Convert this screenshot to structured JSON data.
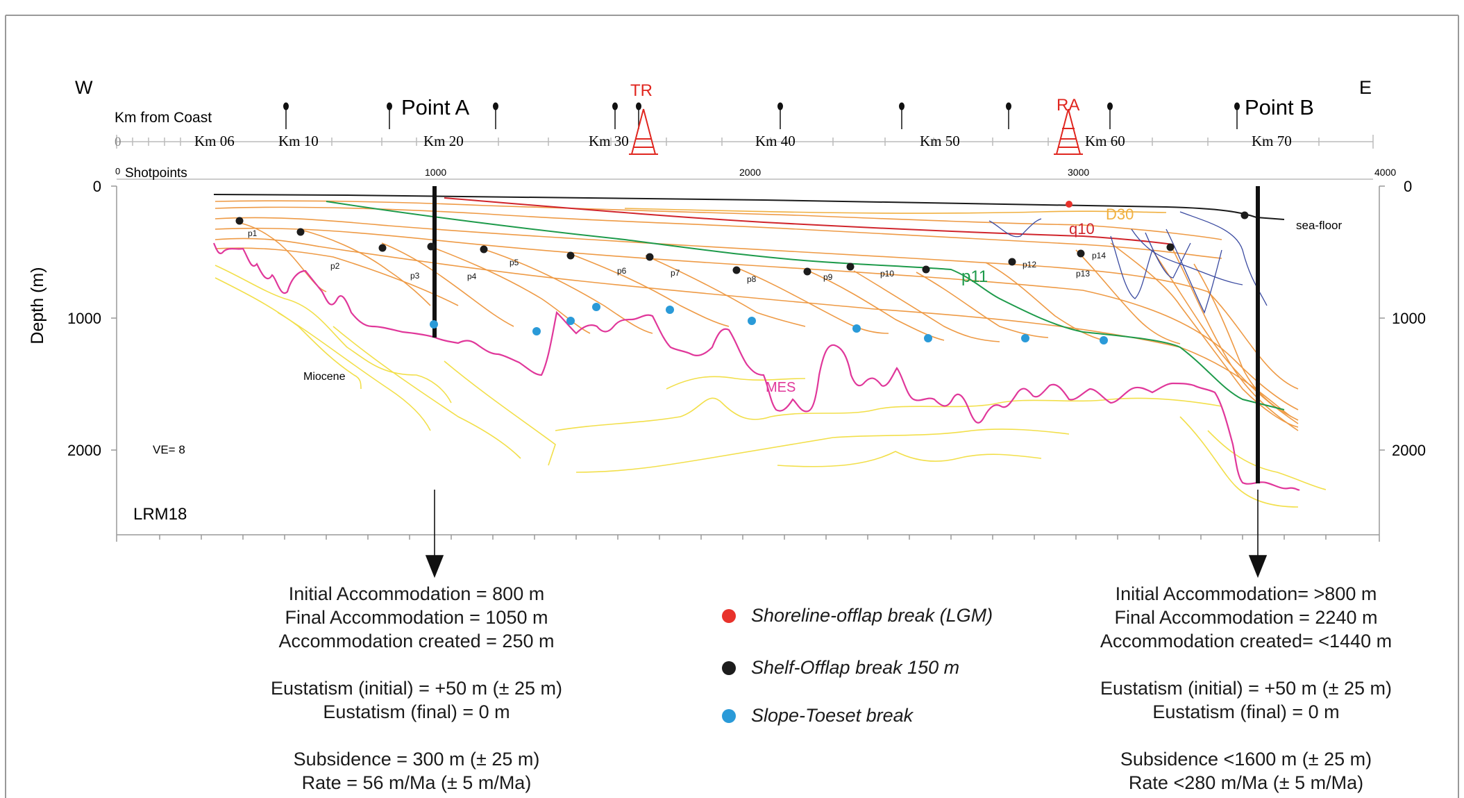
{
  "header": {
    "west_label": "W",
    "east_label": "E",
    "km_axis_title": "Km from Coast",
    "shotpoints_title": "Shotpoints",
    "point_a": "Point A",
    "point_b": "Point B",
    "well_tr": "TR",
    "well_ra": "RA"
  },
  "km_ticks": [
    "0",
    "Km 06",
    "Km 10",
    "Km 20",
    "Km 30",
    "Km 40",
    "Km 50",
    "Km 60",
    "Km 70"
  ],
  "shotpoint_ticks": [
    "0",
    "1000",
    "2000",
    "3000",
    "4000"
  ],
  "depth_axis": {
    "label": "Depth (m)",
    "ticks": [
      "0",
      "1000",
      "2000"
    ]
  },
  "section": {
    "line_name": "LRM18",
    "ve": "VE= 8",
    "sea_floor": "sea-floor",
    "d30": "D30",
    "q10": "q10",
    "p11": "p11",
    "mes": "MES",
    "miocene": "Miocene",
    "parasequences": [
      "p1",
      "p2",
      "p3",
      "p4",
      "p5",
      "p6",
      "p7",
      "p8",
      "p9",
      "p10",
      "p12",
      "p13",
      "p14"
    ]
  },
  "legend": {
    "items": [
      {
        "label": "Shoreline-offlap break (LGM)",
        "color": "#e8322b"
      },
      {
        "label": "Shelf-Offlap break  150 m",
        "color": "#1c1c1c"
      },
      {
        "label": "Slope-Toeset break",
        "color": "#2a9ad8"
      }
    ]
  },
  "colors": {
    "pink_mes": "#e0379a",
    "orange": "#ee9a45",
    "yellow": "#f2df4a",
    "green": "#1d9a4a",
    "red": "#d0242b",
    "navy": "#3a4aa0"
  },
  "point_a_box": {
    "lines": [
      "Initial Accommodation  = 800 m",
      "Final Accommodation  = 1050 m",
      "Accommodation created = 250 m",
      "Eustatism (initial) = +50 m (± 25 m)",
      "Eustatism (final) = 0 m",
      "Subsidence = 300 m (± 25 m)",
      "Rate = 56 m/Ma (± 5 m/Ma)"
    ]
  },
  "point_b_box": {
    "lines": [
      "Initial Accommodation= >800 m",
      "Final Accommodation = 2240 m",
      "Accommodation created= <1440 m",
      "Eustatism (initial) = +50 m (± 25 m)",
      "Eustatism (final) = 0 m",
      "Subsidence <1600  m (± 25 m)",
      "Rate  <280 m/Ma (± 5 m/Ma)"
    ]
  }
}
